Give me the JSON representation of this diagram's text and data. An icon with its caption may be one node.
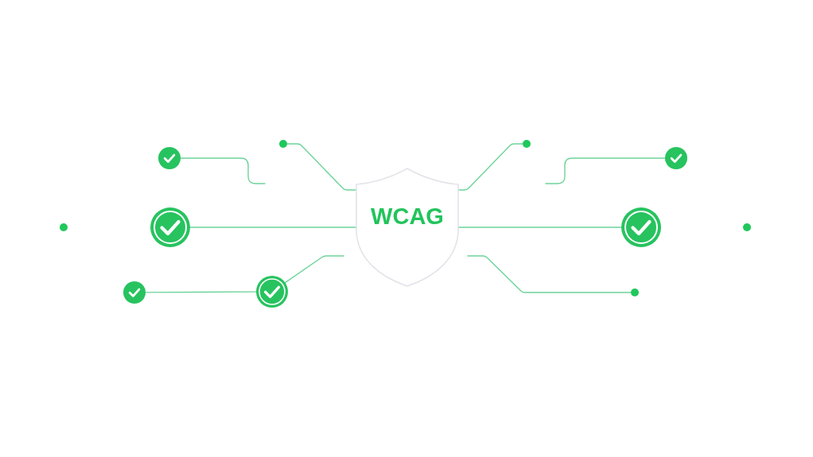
{
  "diagram": {
    "nodes": [
      {
        "text": [
          "WCAG"
        ]
      },
      {
        "text": [],
        "shape": "checkmark"
      },
      {
        "text": [],
        "shape": "circle"
      },
      {
        "text": [],
        "shape": "checkmark"
      },
      {
        "text": [],
        "shape": "circle"
      },
      {
        "text": [],
        "shape": "checkmark"
      },
      {
        "text": [],
        "shape": "checkmark"
      },
      {
        "text": [],
        "shape": "circle"
      },
      {
        "text": [],
        "shape": "checkmark"
      },
      {
        "text": [],
        "shape": "checkmark"
      },
      {
        "text": [],
        "shape": "circle"
      },
      {
        "text": [],
        "shape": "circle"
      }
    ],
    "edges": [
      {
        "from": 1,
        "to": null,
        "arrow": "none"
      },
      {
        "from": 2,
        "to": 0,
        "arrow": "none"
      },
      {
        "from": 3,
        "to": 0,
        "arrow": "none"
      },
      {
        "from": 5,
        "to": 6,
        "arrow": "none"
      },
      {
        "from": 6,
        "to": null,
        "arrow": "none"
      },
      {
        "from": 7,
        "to": 0,
        "arrow": "none"
      },
      {
        "from": 8,
        "to": null,
        "arrow": "none"
      },
      {
        "from": 9,
        "to": 0,
        "arrow": "none"
      },
      {
        "from": 10,
        "to": null,
        "arrow": "none"
      }
    ]
  }
}
